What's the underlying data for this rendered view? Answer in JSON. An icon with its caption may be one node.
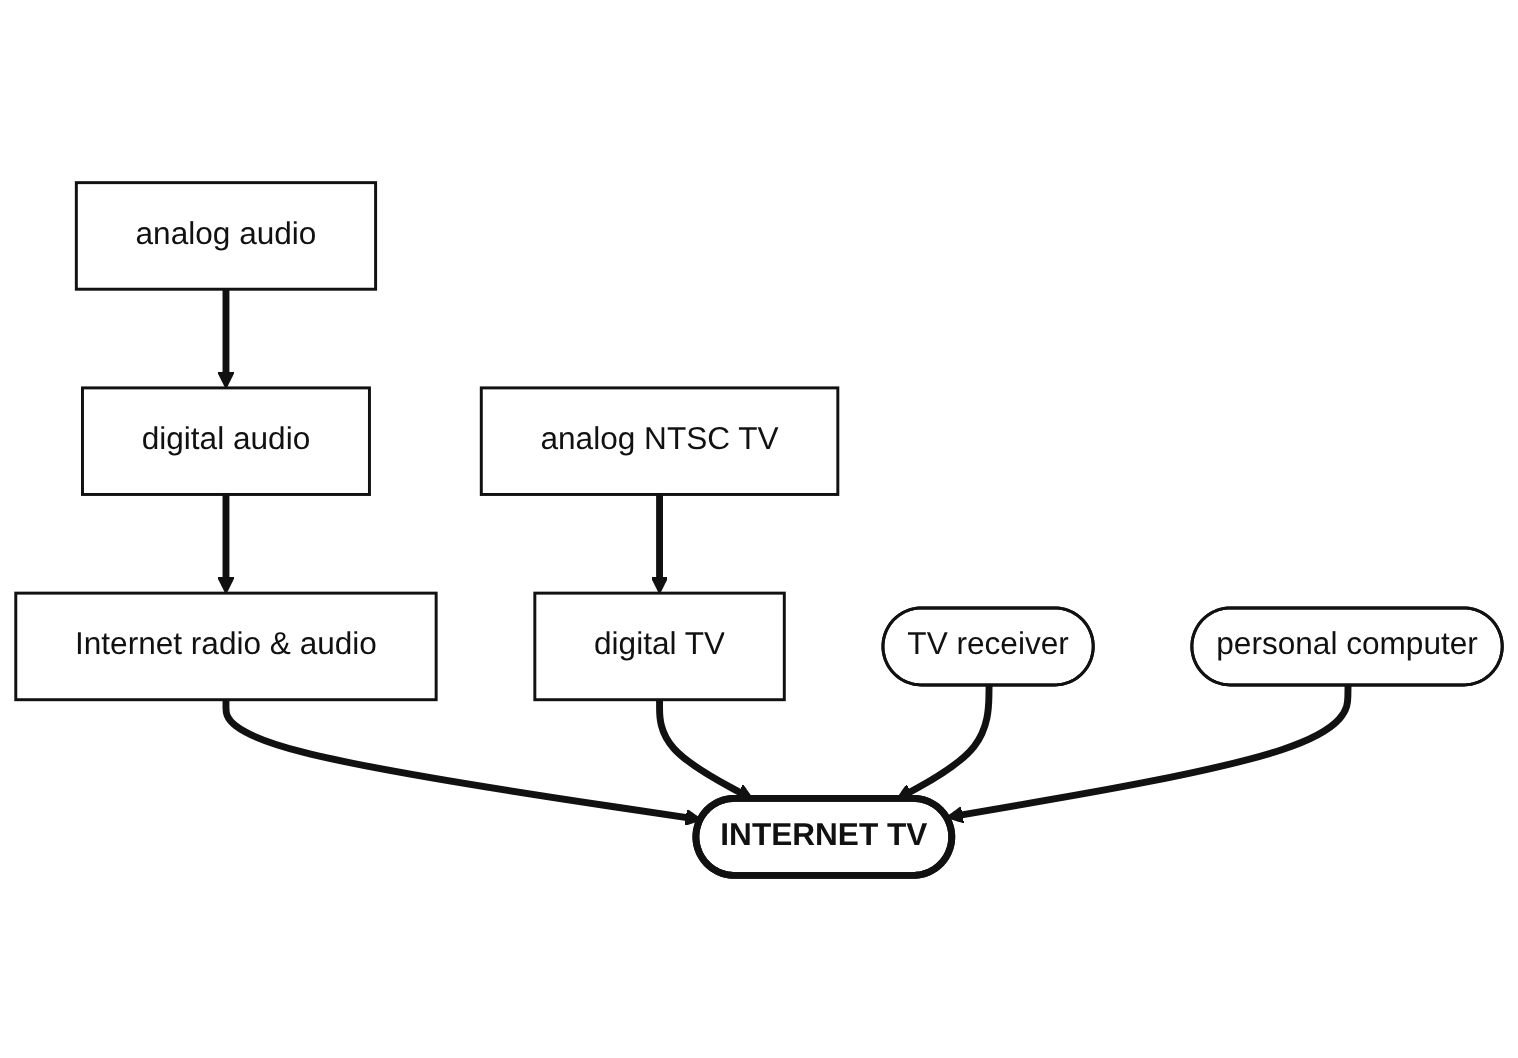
{
  "diagram": {
    "nodes": [
      {
        "text": [
          "analog audio"
        ]
      },
      {
        "text": [
          "digital audio"
        ]
      },
      {
        "text": [
          "Internet radio & audio"
        ]
      },
      {
        "text": [
          "analog NTSC TV"
        ]
      },
      {
        "text": [
          "digital TV"
        ]
      },
      {
        "text": [
          "INTERNET TV"
        ]
      },
      {
        "text": [
          "TV receiver"
        ]
      },
      {
        "text": [
          "personal computer"
        ]
      }
    ],
    "edges": [
      {
        "from": 0,
        "to": 1,
        "arrow": "to"
      },
      {
        "from": 1,
        "to": 2,
        "arrow": "to"
      },
      {
        "from": 2,
        "to": 5,
        "arrow": "to"
      },
      {
        "from": 3,
        "to": 4,
        "arrow": "to"
      },
      {
        "from": 4,
        "to": 5,
        "arrow": "to"
      },
      {
        "from": 6,
        "to": 5,
        "arrow": "to"
      },
      {
        "from": 7,
        "to": 5,
        "arrow": "to"
      }
    ]
  }
}
